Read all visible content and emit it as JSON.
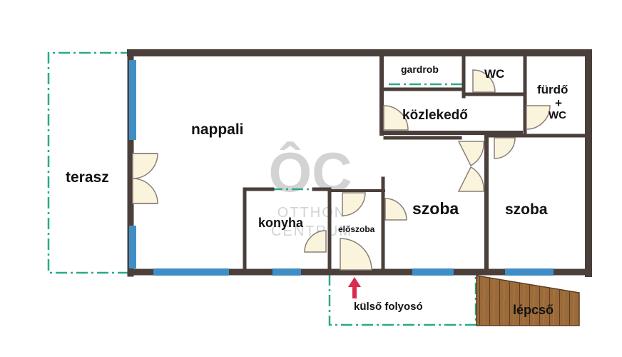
{
  "watermark": {
    "logo_text": "ÔC",
    "line1": "OTTHON",
    "line2": "CENTRUM"
  },
  "rooms": {
    "nappali": "nappali",
    "terasz": "terasz",
    "gardrob": "gardrob",
    "wc": "WC",
    "furdo": "fürdő",
    "plus": "+",
    "furdo_wc": "WC",
    "kozlekedo": "közlekedő",
    "szoba1": "szoba",
    "szoba2": "szoba",
    "konyha": "konyha",
    "eloszoba": "előszoba",
    "kulso_folyoso": "külső folyosó",
    "lepcso": "lépcső"
  },
  "colors": {
    "wall": "#4a3f3a",
    "window": "#3f8fc6",
    "dashed": "#2aa88a",
    "door_fill": "#fbf4dd",
    "stairs": "#9a6a3a",
    "entrance_arrow": "#d92b4f"
  }
}
